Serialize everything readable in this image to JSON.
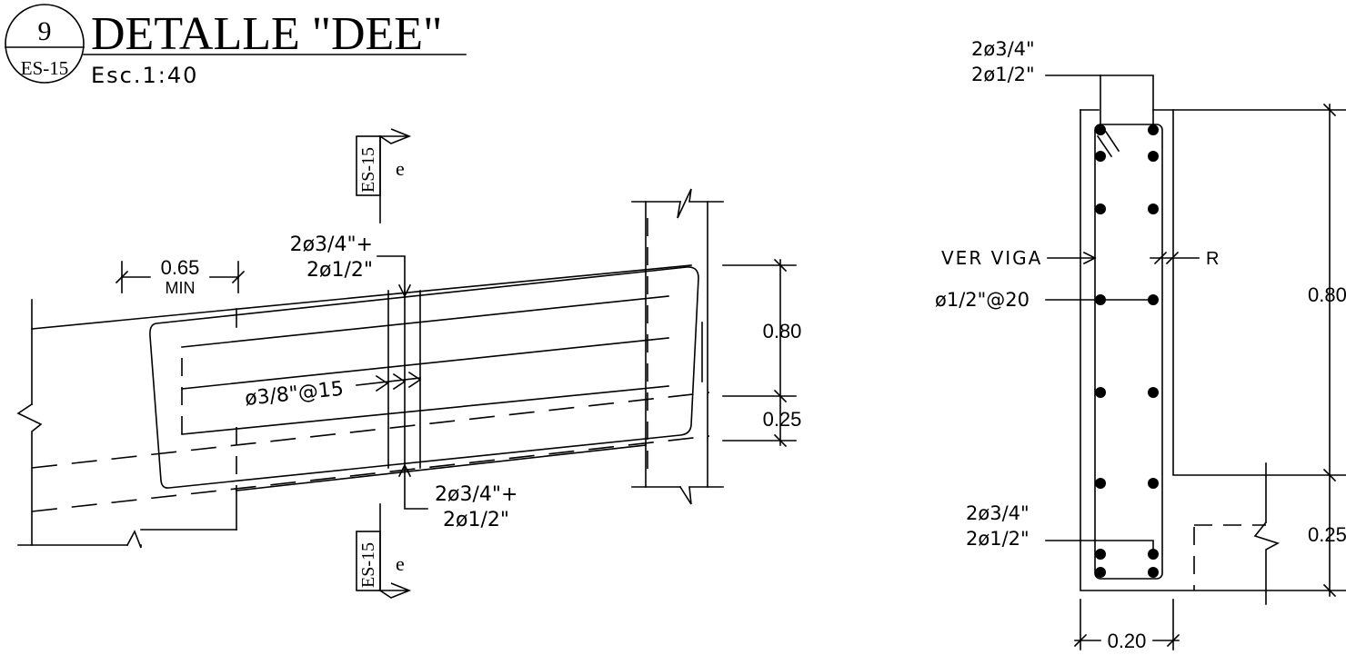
{
  "title_block": {
    "detail_number": "9",
    "sheet_ref": "ES-15",
    "title": "DETALLE \"DEE\"",
    "scale": "Esc.1:40"
  },
  "elevation": {
    "cut_label": "e",
    "cut_sheet": "ES-15",
    "top_rebar_line1": "2ø3/4\"+",
    "top_rebar_line2": "2ø1/2\"",
    "bottom_rebar_line1": "2ø3/4\"+",
    "bottom_rebar_line2": "2ø1/2\"",
    "stirrups": "ø3/8\"@15",
    "anchorage_length": "0.65",
    "anchorage_note": "MIN",
    "dim_beam_depth": "0.80",
    "dim_slab_depth": "0.25"
  },
  "section": {
    "top_rebar_line1": "2ø3/4\"",
    "top_rebar_line2": "2ø1/2\"",
    "bottom_rebar_line1": "2ø3/4\"",
    "bottom_rebar_line2": "2ø1/2\"",
    "ref_beam": "VER VIGA",
    "side_bars": "ø1/2\"@20",
    "cover": "R",
    "dim_depth": "0.80",
    "dim_slab": "0.25",
    "dim_width": "0.20"
  }
}
